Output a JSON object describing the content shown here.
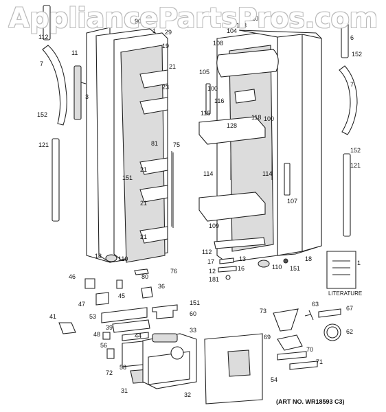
{
  "watermark": "AppliancePartsPros.com",
  "labels": [
    "112",
    "7",
    "152",
    "121",
    "11",
    "3",
    "90",
    "1",
    "29",
    "19",
    "21",
    "23",
    "81",
    "75",
    "151",
    "21",
    "21",
    "21",
    "18",
    "110",
    "80",
    "76",
    "108",
    "104",
    "103",
    "110",
    "105",
    "100",
    "116",
    "115",
    "118",
    "100",
    "128",
    "114",
    "114",
    "107",
    "109",
    "112",
    "13",
    "17",
    "16",
    "12",
    "181",
    "110",
    "151",
    "18",
    "6",
    "152",
    "7",
    "152",
    "121",
    "1",
    "46",
    "45",
    "36",
    "47",
    "151",
    "53",
    "60",
    "41",
    "39",
    "44",
    "33",
    "48",
    "56",
    "72",
    "58",
    "31",
    "32",
    "73",
    "63",
    "67",
    "62",
    "69",
    "70",
    "71",
    "54"
  ],
  "literature_label": "LITERATURE",
  "art_number": "(ART NO. WR18593 C3)"
}
